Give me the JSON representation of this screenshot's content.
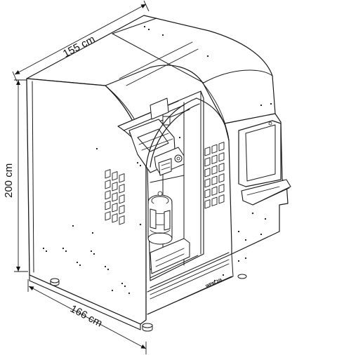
{
  "dimensions": {
    "depth": "155 cm",
    "height": "200 cm",
    "width": "166 cm"
  },
  "labels": {
    "model": "WPM 3/6"
  }
}
